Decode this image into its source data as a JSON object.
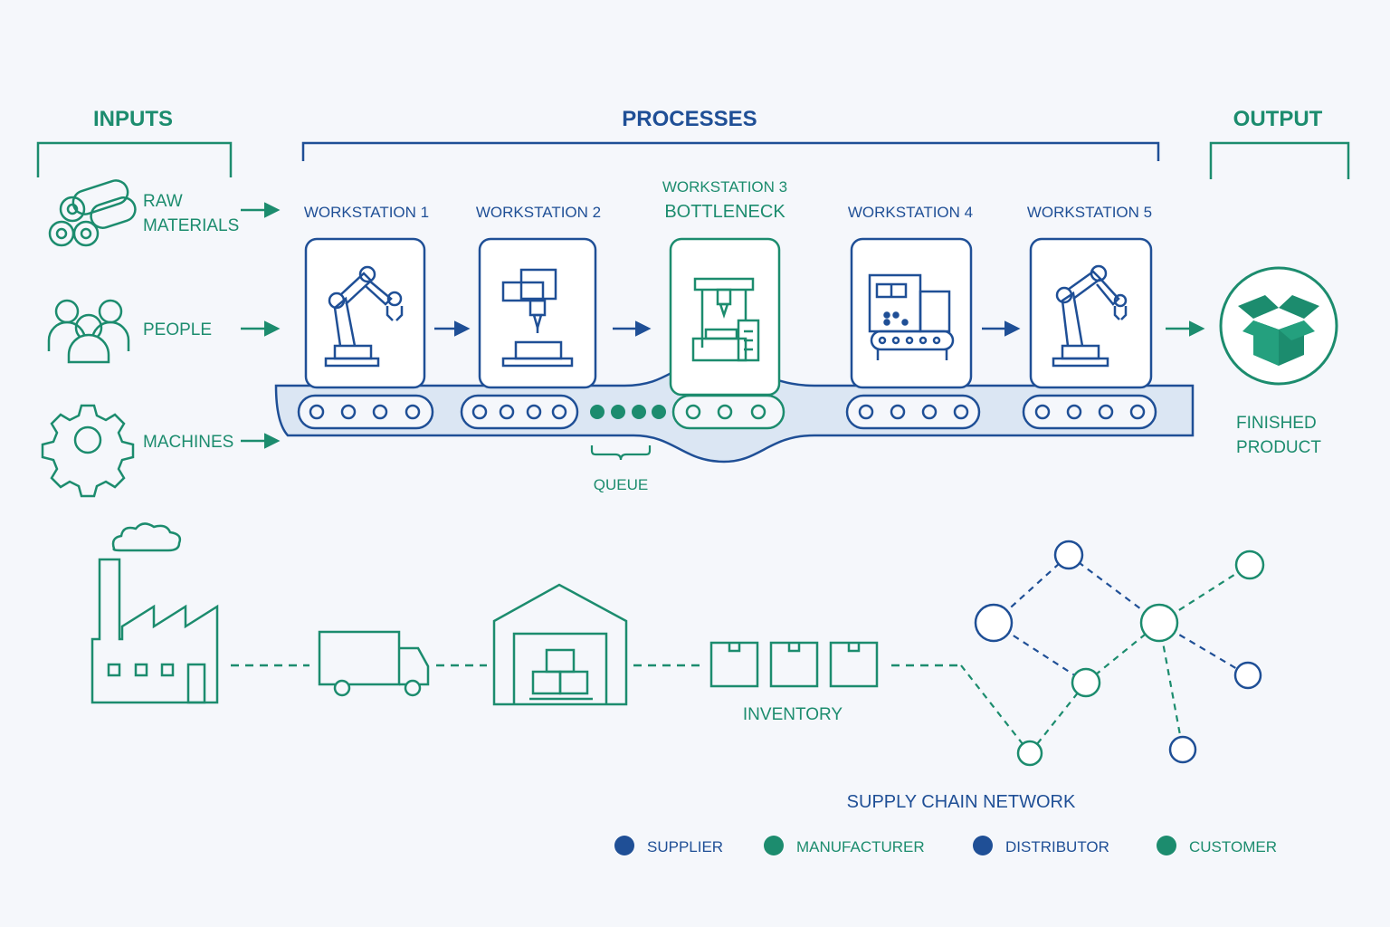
{
  "colors": {
    "blue": "#1f4f96",
    "green": "#1c8c6e",
    "belt_fill": "#dbe6f3",
    "background": "#f5f7fb"
  },
  "sections": {
    "inputs": "INPUTS",
    "processes": "PROCESSES",
    "output": "OUTPUT"
  },
  "inputs": [
    {
      "label_lines": [
        "RAW",
        "MATERIALS"
      ],
      "icon": "logs-icon"
    },
    {
      "label_lines": [
        "PEOPLE"
      ],
      "icon": "people-icon"
    },
    {
      "label_lines": [
        "MACHINES"
      ],
      "icon": "gear-icon"
    }
  ],
  "workstations": [
    {
      "label_lines": [
        "WORKSTATION 1"
      ],
      "icon": "robot-arm-icon"
    },
    {
      "label_lines": [
        "WORKSTATION 2"
      ],
      "icon": "drill-press-icon"
    },
    {
      "label_lines": [
        "WORKSTATION 3",
        "BOTTLENECK"
      ],
      "icon": "cnc-machine-icon",
      "bottleneck": true
    },
    {
      "label_lines": [
        "WORKSTATION 4"
      ],
      "icon": "packaging-machine-icon"
    },
    {
      "label_lines": [
        "WORKSTATION 5"
      ],
      "icon": "robot-arm-icon"
    }
  ],
  "queue_label": "QUEUE",
  "output": {
    "label_lines": [
      "FINISHED",
      "PRODUCT"
    ],
    "icon": "box-icon"
  },
  "supply_chain": {
    "inventory_label": "INVENTORY",
    "network_title": "SUPPLY CHAIN NETWORK",
    "icons": [
      "factory-icon",
      "truck-icon",
      "warehouse-icon",
      "inventory-box-icon",
      "network-icon"
    ]
  },
  "legend": [
    {
      "label": "SUPPLIER",
      "color": "#1f4f96"
    },
    {
      "label": "MANUFACTURER",
      "color": "#1c8c6e"
    },
    {
      "label": "DISTRIBUTOR",
      "color": "#1f4f96"
    },
    {
      "label": "CUSTOMER",
      "color": "#1c8c6e"
    }
  ]
}
